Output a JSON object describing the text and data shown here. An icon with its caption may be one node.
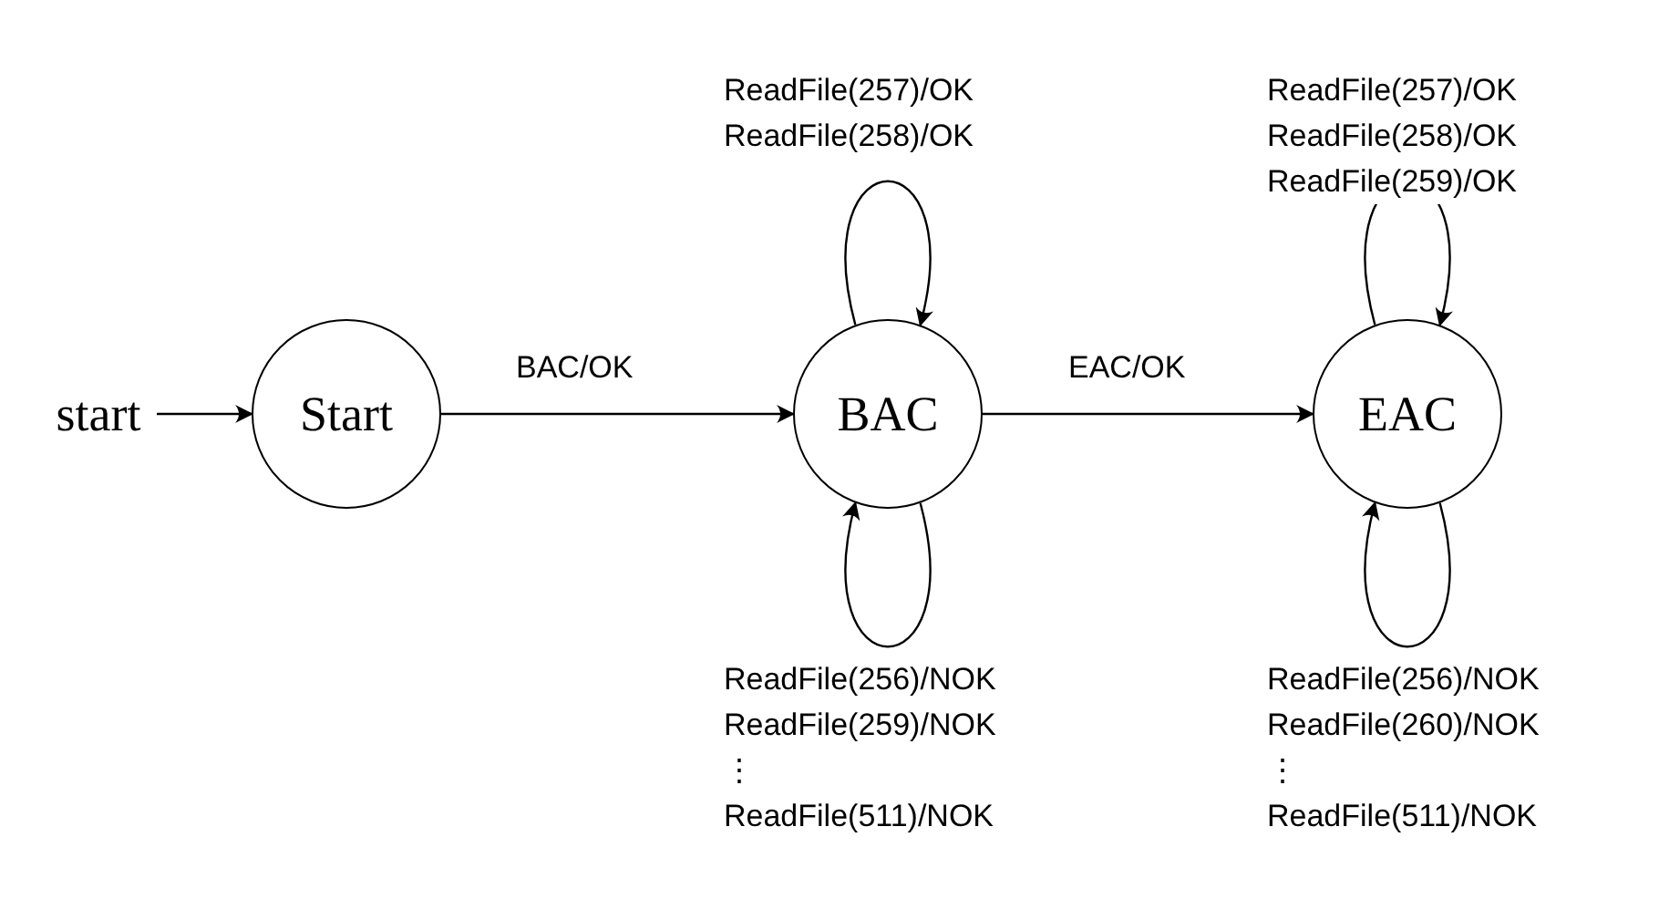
{
  "diagram": {
    "nodes": [
      {
        "text": [
          "start"
        ]
      },
      {
        "text": [
          "Start"
        ]
      },
      {
        "text": [
          "BAC"
        ]
      },
      {
        "text": [
          "EAC"
        ]
      }
    ],
    "edges": [
      {
        "from": 0,
        "to": 1,
        "arrow": "to"
      },
      {
        "from": 1,
        "to": 2,
        "arrow": "to",
        "label": "BAC/OK"
      },
      {
        "from": 2,
        "to": 3,
        "arrow": "to",
        "label": "EAC/OK"
      },
      {
        "from": 2,
        "to": 2,
        "arrow": "to",
        "label": "ReadFile(257)/OK ReadFile(258)/OK"
      },
      {
        "from": 2,
        "to": 2,
        "arrow": "to",
        "label": "ReadFile(256)/NOK ReadFile(259)/NOK ⋮ ReadFile(511)/NOK"
      },
      {
        "from": 3,
        "to": 3,
        "arrow": "to",
        "label": "ReadFile(257)/OK ReadFile(258)/OK ReadFile(259)/OK"
      },
      {
        "from": 3,
        "to": 3,
        "arrow": "to",
        "label": "ReadFile(256)/NOK ReadFile(260)/NOK ⋮ ReadFile(511)/NOK"
      }
    ]
  }
}
